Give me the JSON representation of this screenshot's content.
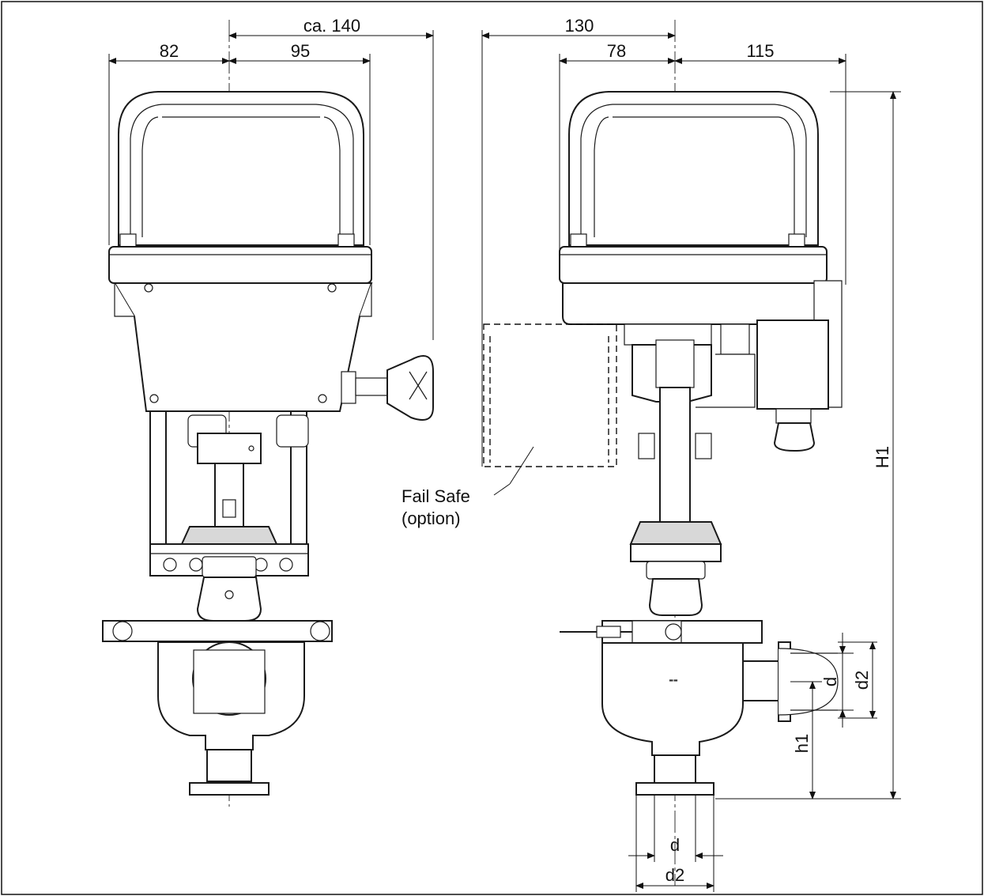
{
  "diagram": {
    "left_view": {
      "dim_total_width": "ca. 140",
      "dim_left": "82",
      "dim_right": "95"
    },
    "right_view": {
      "dim_130": "130",
      "dim_78": "78",
      "dim_115": "115",
      "label_height": "H1",
      "label_port_height": "h1",
      "label_d_side": "d",
      "label_d2_side": "d2",
      "label_d_bottom": "d",
      "label_d2_bottom": "d2",
      "fail_safe_line1": "Fail Safe",
      "fail_safe_line2": "(option)"
    }
  }
}
